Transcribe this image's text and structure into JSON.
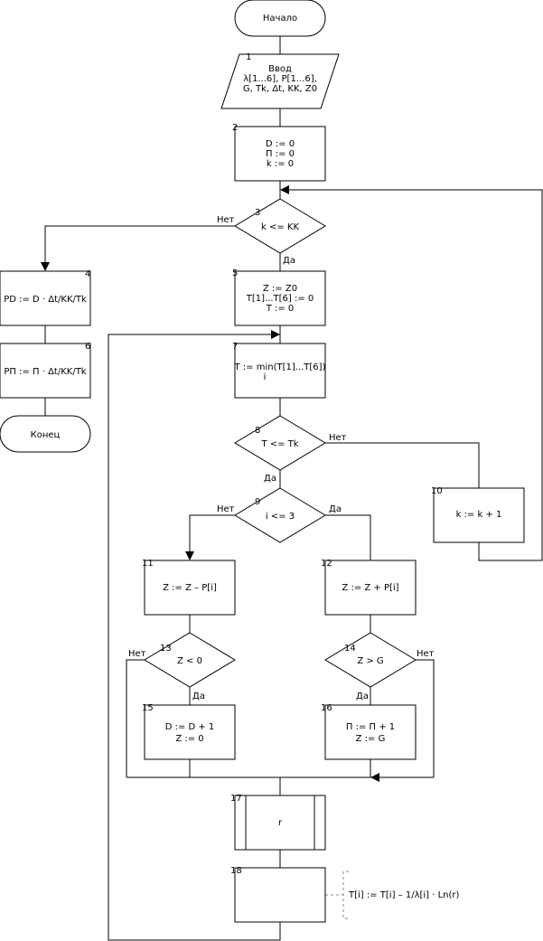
{
  "flowchart": {
    "start": "Начало",
    "end": "Конец",
    "yes": "Да",
    "no": "Нет",
    "blocks": [
      {
        "n": "1",
        "lines": [
          "Ввод",
          "λ[1...6], P[1...6],",
          "G, Tk, Δt, KK, Z0"
        ]
      },
      {
        "n": "2",
        "lines": [
          "D := 0",
          "П := 0",
          "k := 0"
        ]
      },
      {
        "n": "3",
        "lines": [
          "k <= KK"
        ]
      },
      {
        "n": "4",
        "lines": [
          "PD := D · Δt/KK/Tk"
        ]
      },
      {
        "n": "5",
        "lines": [
          "Z := Z0",
          "T[1]...T[6] := 0",
          "T := 0"
        ]
      },
      {
        "n": "6",
        "lines": [
          "PП := П · Δt/KK/Tk"
        ]
      },
      {
        "n": "7",
        "lines": [
          "T := min(T[1]...T[6])",
          "i"
        ]
      },
      {
        "n": "8",
        "lines": [
          "T <= Tk"
        ]
      },
      {
        "n": "9",
        "lines": [
          "i <= 3"
        ]
      },
      {
        "n": "10",
        "lines": [
          "k := k + 1"
        ]
      },
      {
        "n": "11",
        "lines": [
          "Z := Z – P[i]"
        ]
      },
      {
        "n": "12",
        "lines": [
          "Z := Z + P[i]"
        ]
      },
      {
        "n": "13",
        "lines": [
          "Z < 0"
        ]
      },
      {
        "n": "14",
        "lines": [
          "Z > G"
        ]
      },
      {
        "n": "15",
        "lines": [
          "D := D + 1",
          "Z := 0"
        ]
      },
      {
        "n": "16",
        "lines": [
          "П := П + 1",
          "Z := G"
        ]
      },
      {
        "n": "17",
        "lines": [
          "r"
        ]
      },
      {
        "n": "18",
        "lines": []
      }
    ],
    "comment": "T[i] := T[i] – 1/λ[i] · Ln(r)"
  }
}
